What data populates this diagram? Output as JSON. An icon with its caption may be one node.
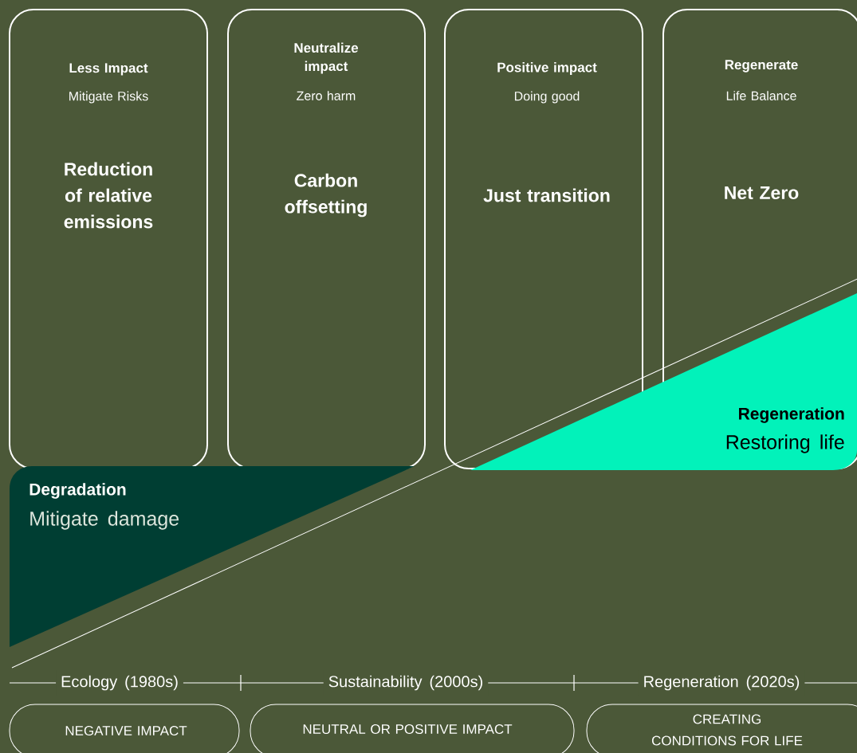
{
  "diagram": {
    "nodes": [
      {
        "text": [
          "Less Impact",
          "Mitigate Risks",
          "Reduction of relative emissions"
        ]
      },
      {
        "text": [
          "Neutralize impact",
          "Zero harm",
          "Carbon offsetting"
        ]
      },
      {
        "text": [
          "Positive impact",
          "Doing good",
          "Just transition"
        ]
      },
      {
        "text": [
          "Regenerate",
          "Life Balance",
          "Net Zero"
        ]
      },
      {
        "text": [
          "Degradation",
          "Mitigate damage"
        ]
      },
      {
        "text": [
          "Regeneration",
          "Restoring life"
        ]
      },
      {
        "text": [
          "NEGATIVE IMPACT"
        ]
      },
      {
        "text": [
          "NEUTRAL OR POSITIVE IMPACT"
        ]
      },
      {
        "text": [
          "CREATING CONDITIONS FOR LIFE"
        ]
      }
    ],
    "labels": [
      "Ecology (1980s)",
      "Sustainability (2000s)",
      "Regeneration (2020s)"
    ]
  }
}
